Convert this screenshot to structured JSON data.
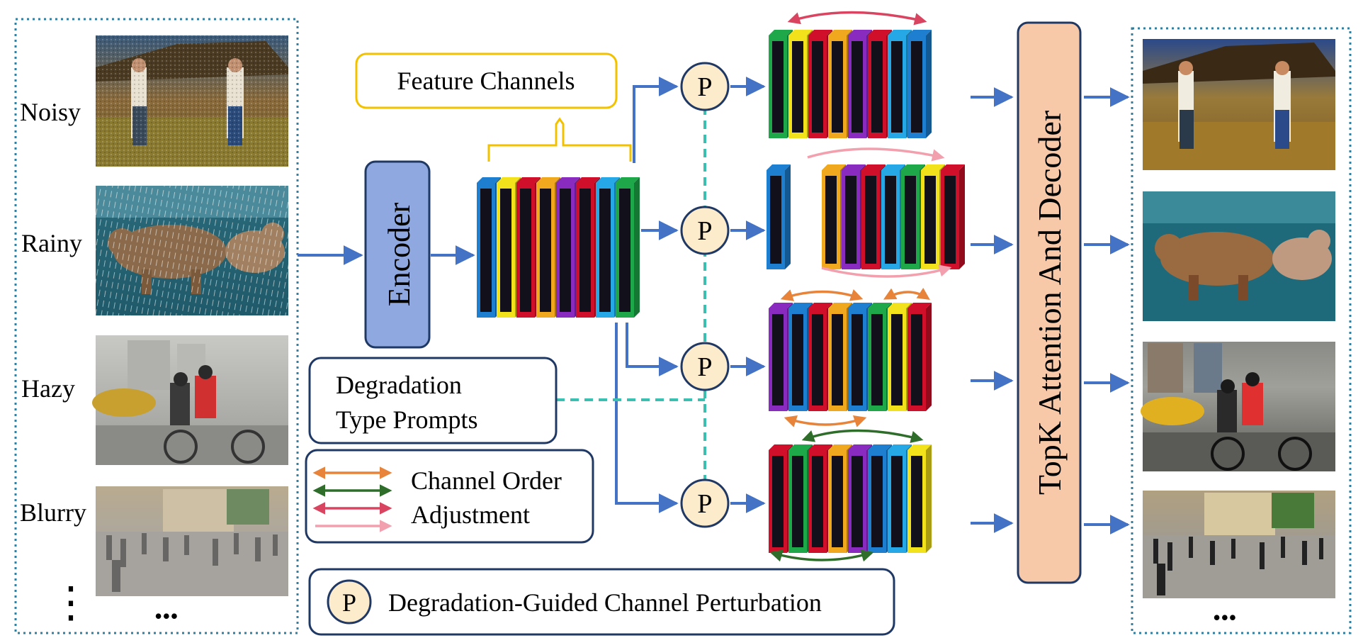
{
  "input_panel": {
    "rows": [
      {
        "label": "Noisy",
        "scene": "noisy-cowboys-photo"
      },
      {
        "label": "Rainy",
        "scene": "rainy-bears-photo"
      },
      {
        "label": "Hazy",
        "scene": "hazy-street-photo"
      },
      {
        "label": "Blurry",
        "scene": "blurry-plaza-photo"
      }
    ],
    "more_vertical": "⋮",
    "more_horizontal": "•••"
  },
  "encoder": {
    "label": "Encoder"
  },
  "features": {
    "label": "Feature Channels",
    "channel_colors": [
      "#1e7fd0",
      "#f2e21b",
      "#d0102a",
      "#f0a81e",
      "#8a2bbf",
      "#d0102a",
      "#26a8e6",
      "#1fa84a"
    ]
  },
  "prompts": {
    "label_line1": "Degradation",
    "label_line2": "Type Prompts"
  },
  "perturbation": {
    "symbol": "P",
    "rows": [
      {
        "name": "perturb-row-1",
        "colors": [
          "#1fa84a",
          "#f2e21b",
          "#d0102a",
          "#f0a81e",
          "#8a2bbf",
          "#d0102a",
          "#26a8e6",
          "#1e7fd0"
        ]
      },
      {
        "name": "perturb-row-2",
        "single": "#1e7fd0",
        "colors": [
          "#f0a81e",
          "#8a2bbf",
          "#d0102a",
          "#26a8e6",
          "#1fa84a",
          "#f2e21b",
          "#d0102a"
        ]
      },
      {
        "name": "perturb-row-3",
        "colors": [
          "#8a2bbf",
          "#1e7fd0",
          "#d0102a",
          "#f0a81e",
          "#1e7fd0",
          "#1fa84a",
          "#f2e21b",
          "#d0102a"
        ]
      },
      {
        "name": "perturb-row-4",
        "colors": [
          "#d0102a",
          "#1fa84a",
          "#d0102a",
          "#f0a81e",
          "#8a2bbf",
          "#1e7fd0",
          "#26a8e6",
          "#f2e21b"
        ]
      }
    ]
  },
  "legend": {
    "line1": "Channel Order",
    "line2": "Adjustment",
    "arrow_colors": [
      "#e8843a",
      "#2f6e2a",
      "#d94560",
      "#f2a0ae"
    ],
    "p_caption": "Degradation-Guided Channel Perturbation"
  },
  "decoder": {
    "label": "TopK Attention And Decoder"
  },
  "output_panel": {
    "rows": [
      {
        "scene": "clean-cowboys-photo"
      },
      {
        "scene": "clean-bears-photo"
      },
      {
        "scene": "clean-street-photo"
      },
      {
        "scene": "clean-plaza-photo"
      }
    ],
    "more_horizontal": "•••"
  },
  "colors": {
    "flow_arrow": "#4472c4",
    "encoder_fill": "#8fa9e0",
    "decoder_fill": "#f7c9a9",
    "box_border": "#1f3864",
    "yellow_box": "#f2c200",
    "dashed_teal": "#3bbfb0",
    "p_fill": "#fdeccb",
    "panel_dots": "#2f7fa0"
  }
}
